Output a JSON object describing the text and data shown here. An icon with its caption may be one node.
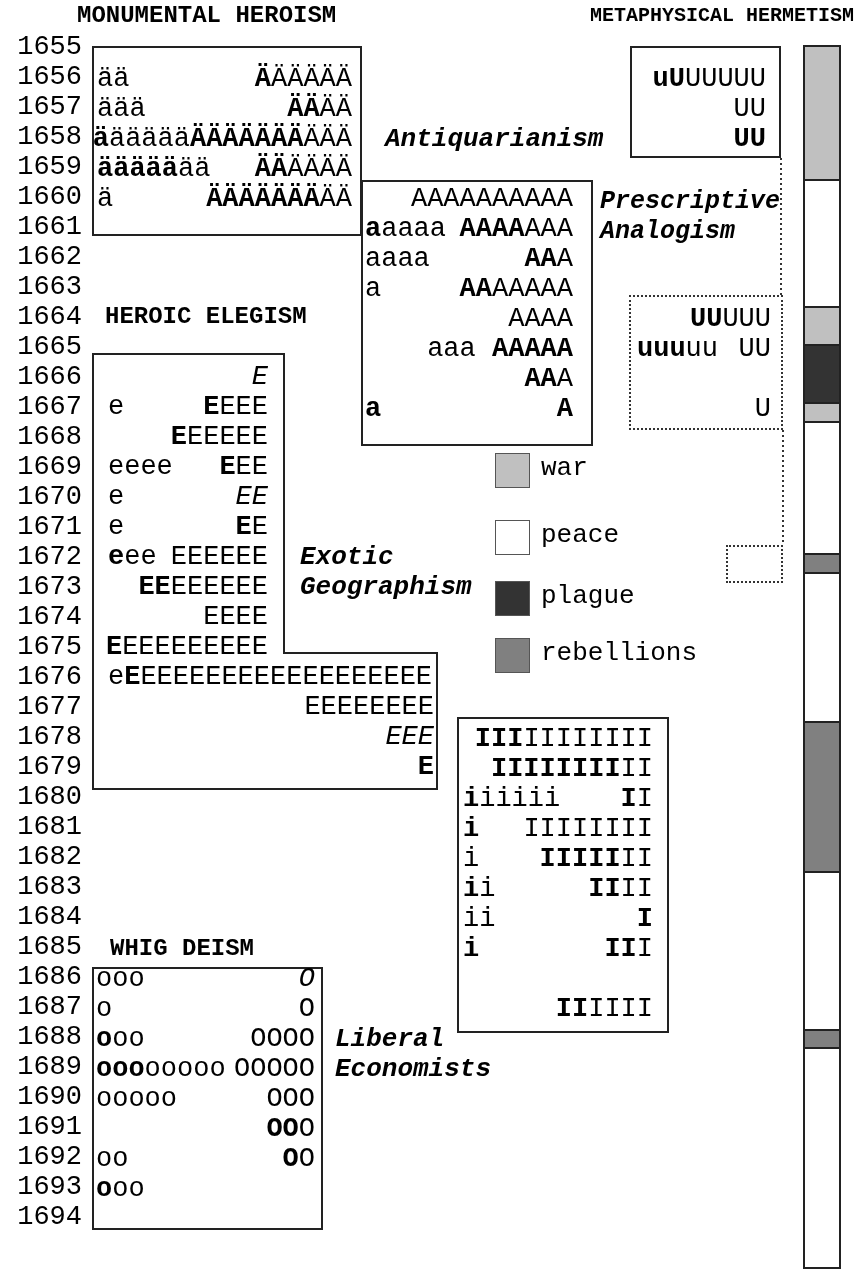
{
  "diagram": {
    "nodes": [
      {
        "text": [
          "MONUMENTAL HEROISM",
          "ää",
          "**Ä**ÄÄÄÄÄ",
          "äää",
          "**ÄÄ**ÄÄ",
          "**ä**äääää**ÄÄÄÄÄÄÄ**ÄÄÄ",
          "**äääää**ää",
          "**ÄÄ**ÄÄÄÄ",
          "ä",
          "**ÄÄÄÄÄÄÄ**ÄÄ"
        ]
      },
      {
        "text": [
          "AAAAAAAAAA",
          "**a**aaaa",
          "**AAAA**AAA",
          "aaaa",
          "**AA**A",
          "a",
          "**AA**AAAAA",
          "AAAA",
          "aaa **AAAAA**",
          "**AA**A",
          "**a**",
          "**A**"
        ],
        "beside": [
          "Prescriptive Analogism"
        ]
      },
      {
        "text": [
          "METAPHYSICAL HERMETISM",
          "**uU**UUUUU",
          "UU",
          "**UU**"
        ],
        "beside": [
          "Antiquarianism"
        ]
      },
      {
        "text": [
          "**UU**UUU",
          "**uuu**uu",
          "UU",
          "U"
        ]
      },
      {
        "text": [],
        "shape": "box"
      },
      {
        "text": [
          "HEROIC ELEGISM",
          "*E*",
          "e",
          "**E**EEE",
          "**E**EEEEE",
          "eeee",
          "**E**EE",
          "e",
          "*EE*",
          "e",
          "**E**E",
          "**e**ee",
          "EEEEEE",
          "**EE**EEEEEE",
          "EEEE",
          "**E**EEEEEEEEE",
          "e**E**EEEEEEEEEEEEEEEEEE",
          "EEEEEEEE",
          "*EEE*",
          "**E**"
        ],
        "beside": [
          "Exotic Geographism"
        ]
      },
      {
        "text": [
          "**III**IIIIIIII",
          "**IIIIIIII**II",
          "**i**iiiii",
          "**I**I",
          "**i**",
          "IIIIIIII",
          "i",
          "**IIIII**II",
          "**i**i",
          "**II**II",
          "ii",
          "**I**",
          "**i**",
          "**II**I",
          "**II**IIII"
        ]
      },
      {
        "text": [
          "WHIG DEISM",
          "ooo",
          "*O*",
          "o",
          "O",
          "**o**oo",
          "OOOO",
          "**ooo**ooooo",
          "OOOOO",
          "ooooo",
          "OOO",
          "**OO**O",
          "oo",
          "**O**O",
          "**o**oo"
        ],
        "beside": [
          "Liberal Economists"
        ]
      }
    ],
    "edges": [
      {
        "from": 2,
        "to": 3,
        "arrow": "none",
        "style": "dashed"
      },
      {
        "from": 3,
        "to": 4,
        "arrow": "none",
        "style": "dashed"
      }
    ],
    "labels": [
      "1655",
      "1656",
      "1657",
      "1658",
      "1659",
      "1660",
      "1661",
      "1662",
      "1663",
      "1664",
      "1665",
      "1666",
      "1667",
      "1668",
      "1669",
      "1670",
      "1671",
      "1672",
      "1673",
      "1674",
      "1675",
      "1676",
      "1677",
      "1678",
      "1679",
      "1680",
      "1681",
      "1682",
      "1683",
      "1684",
      "1685",
      "1686",
      "1687",
      "1688",
      "1689",
      "1690",
      "1691",
      "1692",
      "1693",
      "1694"
    ],
    "legend": [
      {
        "text": "war",
        "color": "#c0c0c0"
      },
      {
        "text": "peace",
        "color": "#ffffff"
      },
      {
        "text": "plague",
        "color": "#333333"
      },
      {
        "text": "rebellions",
        "color": "#808080"
      }
    ]
  }
}
